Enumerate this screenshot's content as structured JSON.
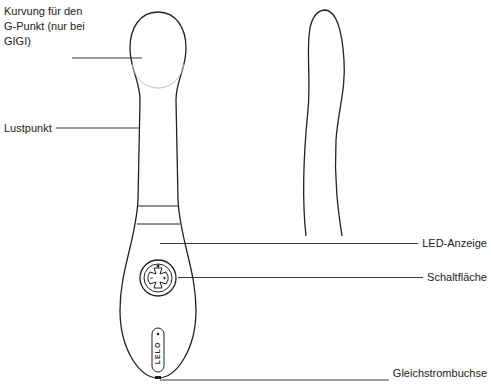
{
  "diagram": {
    "labels": [
      "Kurvung für den G-Punkt (nur bei GIGI)",
      "Lustpunkt",
      "LED-Anzeige",
      "Schaltfläche",
      "Gleichstrombuchse",
      "LELO"
    ]
  }
}
